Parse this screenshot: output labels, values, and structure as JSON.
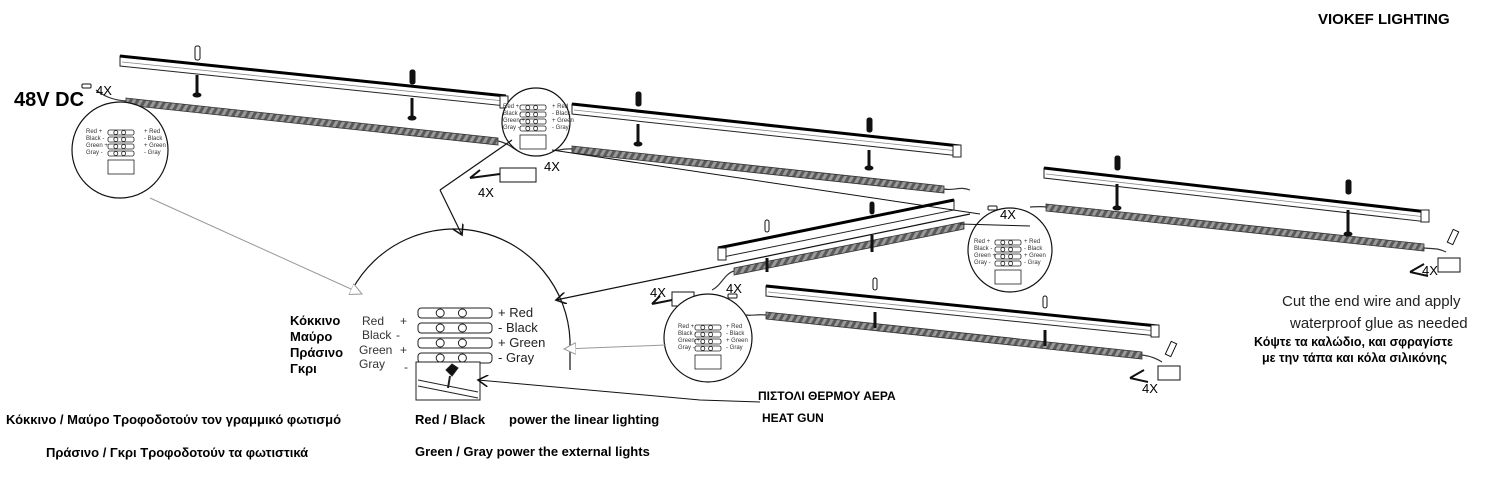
{
  "header": {
    "brand": "VIOKEF LIGHTING"
  },
  "power": {
    "voltage_label": "48V DC"
  },
  "quantity_label": "4X",
  "wiring_detail": {
    "greek_colors": [
      "Κόκκινο",
      "Μαύρο",
      "Πράσινο",
      "Γκρι"
    ],
    "left": [
      {
        "color": "Red",
        "sign": "+"
      },
      {
        "color": "Black",
        "sign": "-"
      },
      {
        "color": "Green",
        "sign": "+"
      },
      {
        "color": "Gray",
        "sign": "-"
      }
    ],
    "right": [
      "+ Red",
      "- Black",
      "+ Green",
      "- Gray"
    ]
  },
  "small_wiring": {
    "left": [
      "Red  +",
      "Black -",
      "Green +",
      "Gray  -"
    ],
    "right": [
      "+ Red",
      "- Black",
      "+ Green",
      "- Gray"
    ]
  },
  "heat_gun": {
    "greek": "ΠΙΣΤΟΛΙ ΘΕΡΜΟΥ ΑΕΡΑ",
    "english": "HEAT GUN"
  },
  "captions": {
    "greek_line1": "Κόκκινο / Μαύρο Τροφοδοτούν τον γραμμικό φωτισμό",
    "greek_line2": "Πράσινο / Γκρι Τροφοδοτούν τα φωτιστικά",
    "english_line1_a": "Red / Black",
    "english_line1_b": "power the linear lighting",
    "english_line2": "Green / Gray power the external lights"
  },
  "end_note": {
    "english_1": "Cut the end wire and apply",
    "english_2": "waterproof glue as needed",
    "greek_1": "Κόψτε τα καλώδιο, και σφραγίστε",
    "greek_2": "με την τάπα και κόλα σιλικόνης"
  },
  "colors": {
    "line": "#111111",
    "strip": "#777777",
    "pointer": "#999999"
  }
}
